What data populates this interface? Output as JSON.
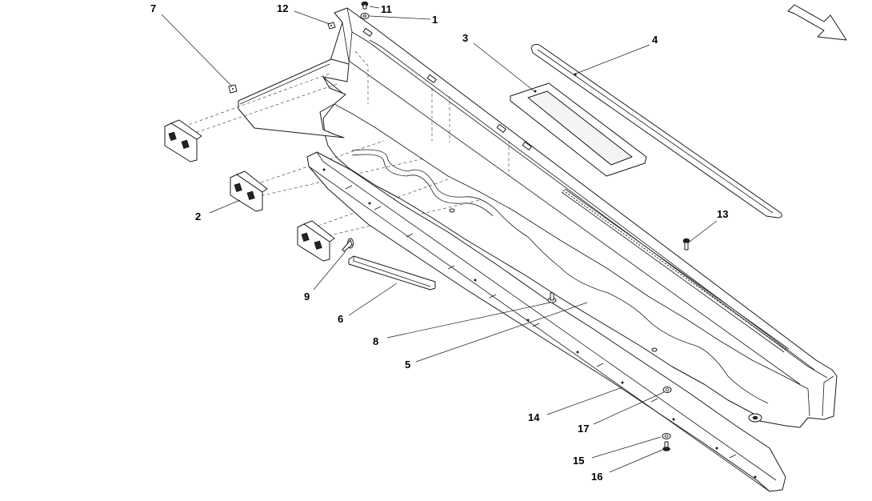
{
  "callouts": [
    {
      "id": "1",
      "label": "1"
    },
    {
      "id": "2",
      "label": "2"
    },
    {
      "id": "3",
      "label": "3"
    },
    {
      "id": "4",
      "label": "4"
    },
    {
      "id": "5",
      "label": "5"
    },
    {
      "id": "6",
      "label": "6"
    },
    {
      "id": "7",
      "label": "7"
    },
    {
      "id": "8",
      "label": "8"
    },
    {
      "id": "9",
      "label": "9"
    },
    {
      "id": "11",
      "label": "11"
    },
    {
      "id": "12",
      "label": "12"
    },
    {
      "id": "13",
      "label": "13"
    },
    {
      "id": "14",
      "label": "14"
    },
    {
      "id": "15",
      "label": "15"
    },
    {
      "id": "16",
      "label": "16"
    },
    {
      "id": "17",
      "label": "17"
    }
  ],
  "colors": {
    "line": "#1a1a1a",
    "background": "#ffffff",
    "text": "#000000"
  },
  "icons": {
    "direction": "direction-arrow-icon"
  }
}
